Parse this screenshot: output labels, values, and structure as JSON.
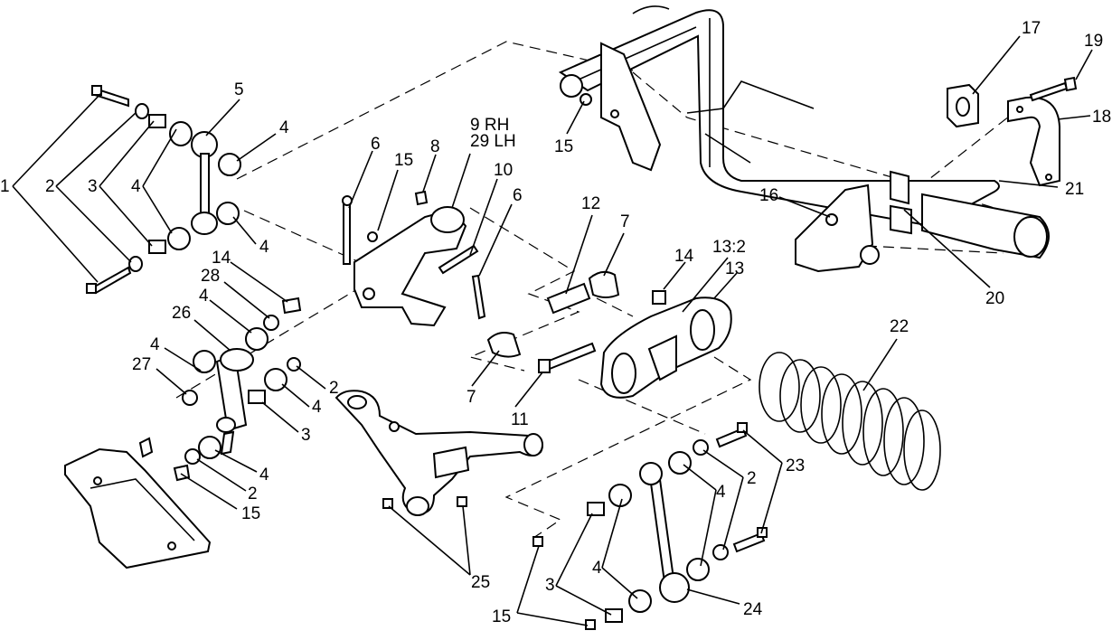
{
  "diagram": {
    "callouts": [
      {
        "id": "c1",
        "text": "1"
      },
      {
        "id": "c2a",
        "text": "2"
      },
      {
        "id": "c3a",
        "text": "3"
      },
      {
        "id": "c4a",
        "text": "4"
      },
      {
        "id": "c5",
        "text": "5"
      },
      {
        "id": "c4b",
        "text": "4"
      },
      {
        "id": "c4c",
        "text": "4"
      },
      {
        "id": "c6a",
        "text": "6"
      },
      {
        "id": "c15a",
        "text": "15"
      },
      {
        "id": "c8",
        "text": "8"
      },
      {
        "id": "c9",
        "text": "9 RH"
      },
      {
        "id": "c29",
        "text": "29 LH"
      },
      {
        "id": "c10",
        "text": "10"
      },
      {
        "id": "c6b",
        "text": "6"
      },
      {
        "id": "c15b",
        "text": "15"
      },
      {
        "id": "c17",
        "text": "17"
      },
      {
        "id": "c19",
        "text": "19"
      },
      {
        "id": "c18",
        "text": "18"
      },
      {
        "id": "c21",
        "text": "21"
      },
      {
        "id": "c16",
        "text": "16"
      },
      {
        "id": "c20",
        "text": "20"
      },
      {
        "id": "c12",
        "text": "12"
      },
      {
        "id": "c7a",
        "text": "7"
      },
      {
        "id": "c14a",
        "text": "14"
      },
      {
        "id": "c13_2",
        "text": "13:2"
      },
      {
        "id": "c13",
        "text": "13"
      },
      {
        "id": "c14b",
        "text": "14"
      },
      {
        "id": "c28",
        "text": "28"
      },
      {
        "id": "c4d",
        "text": "4"
      },
      {
        "id": "c26",
        "text": "26"
      },
      {
        "id": "c4e",
        "text": "4"
      },
      {
        "id": "c27",
        "text": "27"
      },
      {
        "id": "c2b",
        "text": "2"
      },
      {
        "id": "c4f",
        "text": "4"
      },
      {
        "id": "c3b",
        "text": "3"
      },
      {
        "id": "c4g",
        "text": "4"
      },
      {
        "id": "c2c",
        "text": "2"
      },
      {
        "id": "c15c",
        "text": "15"
      },
      {
        "id": "c7b",
        "text": "7"
      },
      {
        "id": "c11",
        "text": "11"
      },
      {
        "id": "c22",
        "text": "22"
      },
      {
        "id": "c23",
        "text": "23"
      },
      {
        "id": "c2d",
        "text": "2"
      },
      {
        "id": "c4h",
        "text": "4"
      },
      {
        "id": "c4i",
        "text": "4"
      },
      {
        "id": "c3c",
        "text": "3"
      },
      {
        "id": "c25",
        "text": "25"
      },
      {
        "id": "c15d",
        "text": "15"
      },
      {
        "id": "c24",
        "text": "24"
      }
    ],
    "colors": {
      "ink": "#000000",
      "paper": "#ffffff"
    }
  }
}
